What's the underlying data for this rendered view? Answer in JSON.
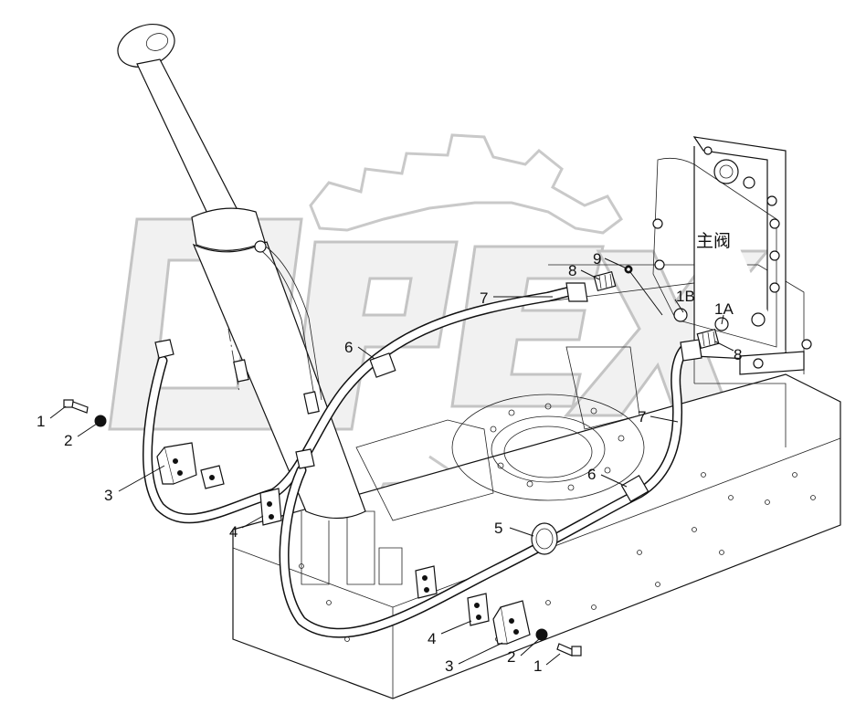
{
  "valve_label": "主阀",
  "callouts": {
    "c1_left": "1",
    "c2_left": "2",
    "c3_left": "3",
    "c4_left": "4",
    "c5": "5",
    "c6_left": "6",
    "c6_right": "6",
    "c7_top": "7",
    "c7_right": "7",
    "c8_top": "8",
    "c8_right": "8",
    "c9": "9",
    "c1B": "1B",
    "c1A": "1A",
    "c4_bottom": "4",
    "c3_bottom": "3",
    "c2_bottom": "2",
    "c1_bottom": "1"
  },
  "watermark_text": "OPEX"
}
